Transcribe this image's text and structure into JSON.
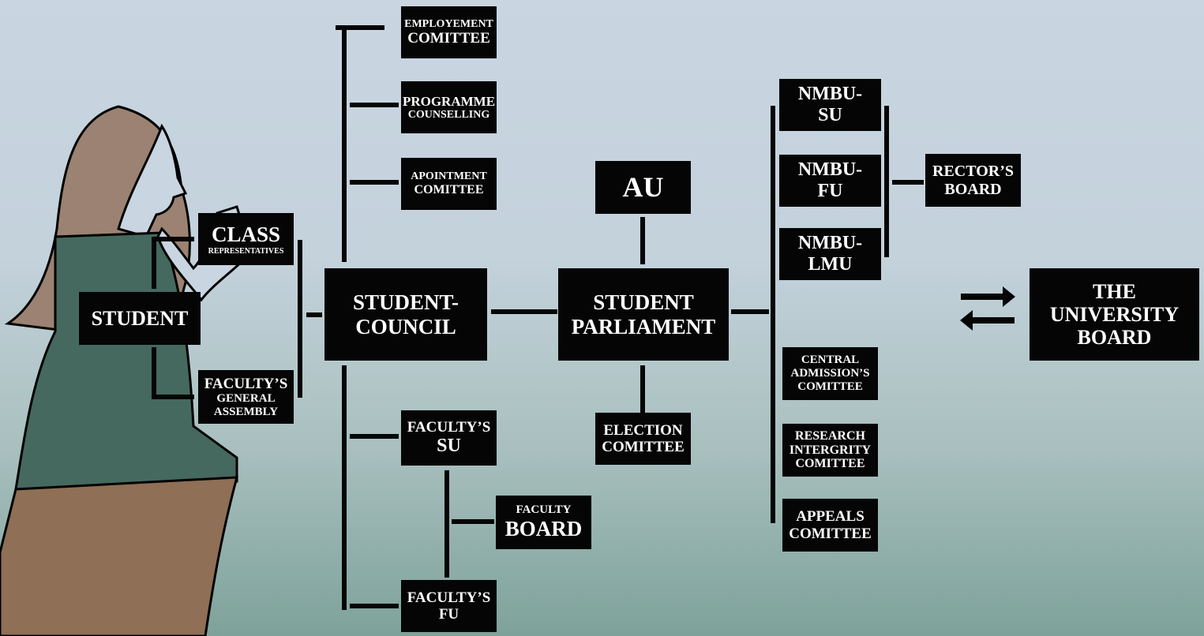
{
  "nodes": {
    "student": [
      "STUDENT"
    ],
    "class_rep": [
      "CLASS",
      "REPRESENTATIVES"
    ],
    "faculty_general": [
      "FACULTY’S",
      "GENERAL",
      "ASSEMBLY"
    ],
    "student_council": [
      "STUDENT-",
      "COUNCIL"
    ],
    "employment": [
      "EMPLOYEMENT",
      "COMITTEE"
    ],
    "programme": [
      "PROGRAMME",
      "COUNSELLING"
    ],
    "appointment": [
      "APOINTMENT",
      "COMITTEE"
    ],
    "faculty_su": [
      "FACULTY’S",
      "SU"
    ],
    "faculty_board": [
      "FACULTY",
      "BOARD"
    ],
    "faculty_fu": [
      "FACULTY’S",
      "FU"
    ],
    "au": [
      "AU"
    ],
    "parliament": [
      "STUDENT",
      "PARLIAMENT"
    ],
    "election": [
      "ELECTION",
      "COMITTEE"
    ],
    "nmbu_su": [
      "NMBU-",
      "SU"
    ],
    "nmbu_fu": [
      "NMBU-",
      "FU"
    ],
    "nmbu_lmu": [
      "NMBU-",
      "LMU"
    ],
    "central_admission": [
      "CENTRAL",
      "ADMISSION’S",
      "COMITTEE"
    ],
    "research_integrity": [
      "RESEARCH",
      "INTERGRITY",
      "COMITTEE"
    ],
    "appeals": [
      "APPEALS",
      "COMITTEE"
    ],
    "rector_board": [
      "RECTOR’S",
      "BOARD"
    ],
    "university_board": [
      "THE",
      "UNIVERSITY",
      "BOARD"
    ]
  },
  "colors": {
    "box": "#050505",
    "text": "#ffffff",
    "line": "#050505"
  }
}
